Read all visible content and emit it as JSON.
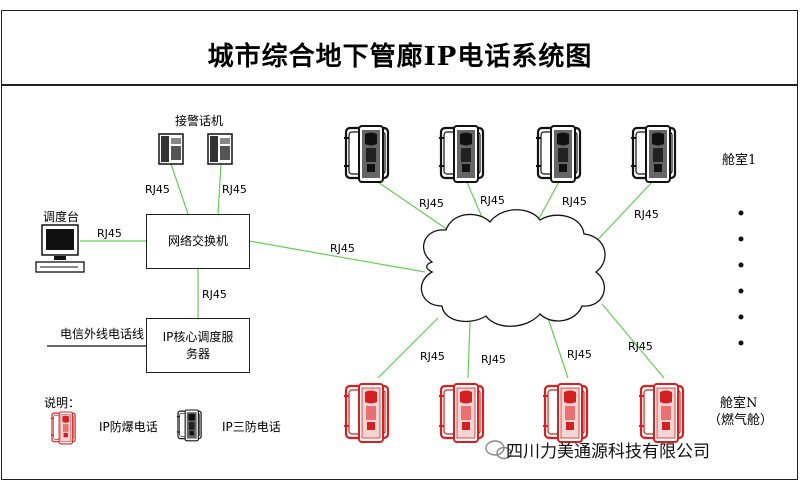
{
  "title": "城市综合地下管廊IP电话系统图",
  "alarm_phone_label": "接警话机",
  "dispatch_label": "调度台",
  "switch_label": "网络交换机",
  "server_label": "IP核心调度服务器",
  "telecom_line_label": "电信外线电话线",
  "rj45": "RJ45",
  "chamber1_label": "舱室1",
  "chamberN_label": "舱室N",
  "chamberN_sub": "（燃气舱）",
  "legend": {
    "heading": "说明：",
    "explosion_proof": "IP防爆电话",
    "three_proof": "IP三防电话"
  },
  "watermark": "四川力美通源科技有限公司",
  "colors": {
    "link": "#66cc55",
    "explosion_proof": "#d42020",
    "three_proof": "#222222"
  }
}
